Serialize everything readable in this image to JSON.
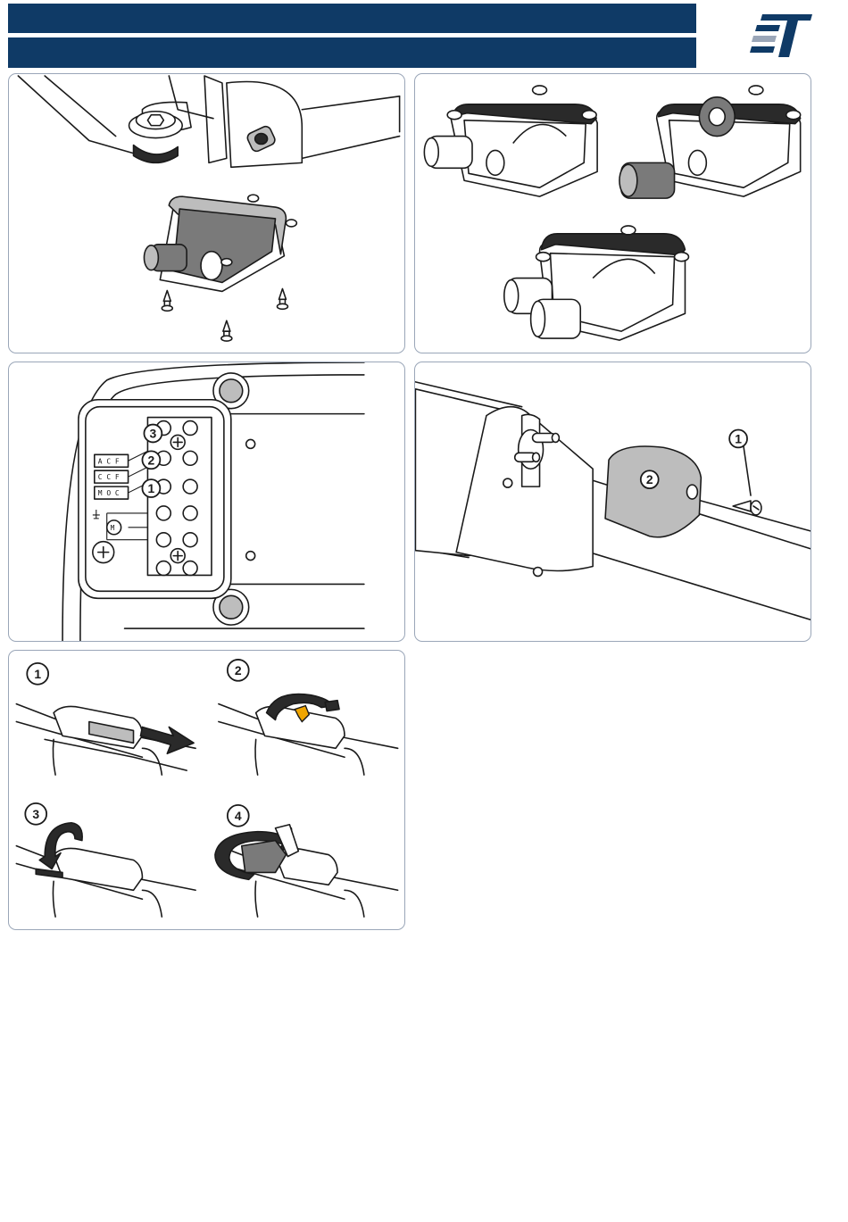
{
  "header": {
    "bar_color": "#0f3a66",
    "logo_icon": "et-brand-logo-icon",
    "logo_color": "#0f3a66"
  },
  "panels": {
    "wiring": {
      "callouts": [
        "3",
        "2",
        "1"
      ],
      "terminal_labels": [
        "A C F",
        "C C F",
        "M O C"
      ]
    },
    "cover": {
      "callouts": [
        "1",
        "2"
      ]
    },
    "release": {
      "steps": [
        "1",
        "2",
        "3",
        "4"
      ],
      "key_color": "#f0a500"
    }
  }
}
